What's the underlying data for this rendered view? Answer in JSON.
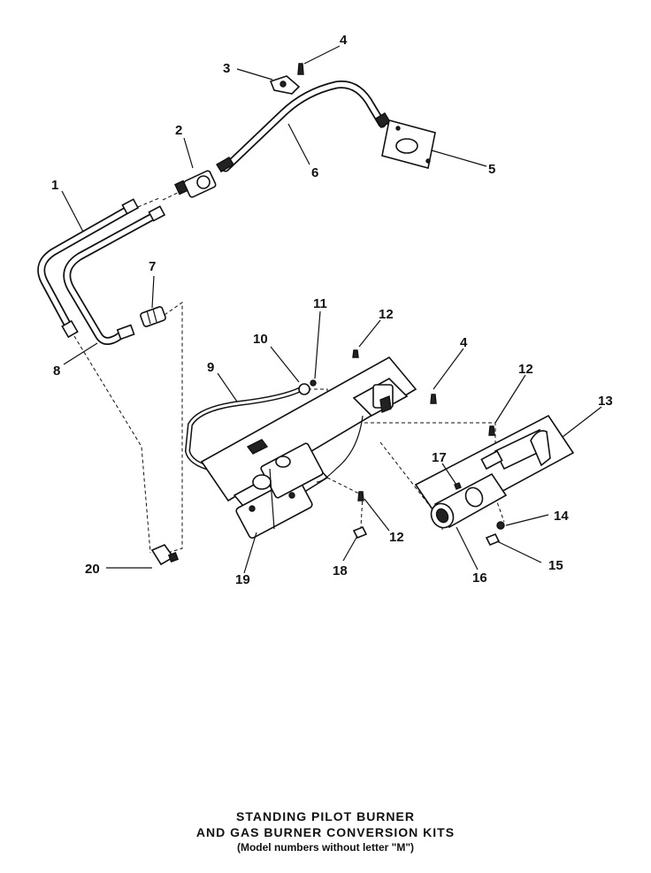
{
  "callouts": [
    {
      "id": "1",
      "text": "1"
    },
    {
      "id": "2",
      "text": "2"
    },
    {
      "id": "3",
      "text": "3"
    },
    {
      "id": "4a",
      "text": "4"
    },
    {
      "id": "4b",
      "text": "4"
    },
    {
      "id": "5",
      "text": "5"
    },
    {
      "id": "6",
      "text": "6"
    },
    {
      "id": "7",
      "text": "7"
    },
    {
      "id": "8",
      "text": "8"
    },
    {
      "id": "9",
      "text": "9"
    },
    {
      "id": "10",
      "text": "10"
    },
    {
      "id": "11",
      "text": "11"
    },
    {
      "id": "12a",
      "text": "12"
    },
    {
      "id": "12b",
      "text": "12"
    },
    {
      "id": "12c",
      "text": "12"
    },
    {
      "id": "13",
      "text": "13"
    },
    {
      "id": "14",
      "text": "14"
    },
    {
      "id": "15",
      "text": "15"
    },
    {
      "id": "16",
      "text": "16"
    },
    {
      "id": "17",
      "text": "17"
    },
    {
      "id": "18",
      "text": "18"
    },
    {
      "id": "19",
      "text": "19"
    },
    {
      "id": "20",
      "text": "20"
    }
  ],
  "caption": {
    "line1": "STANDING PILOT BURNER",
    "line2": "AND GAS BURNER CONVERSION KITS",
    "line3": "(Model numbers without letter \"M\")"
  }
}
